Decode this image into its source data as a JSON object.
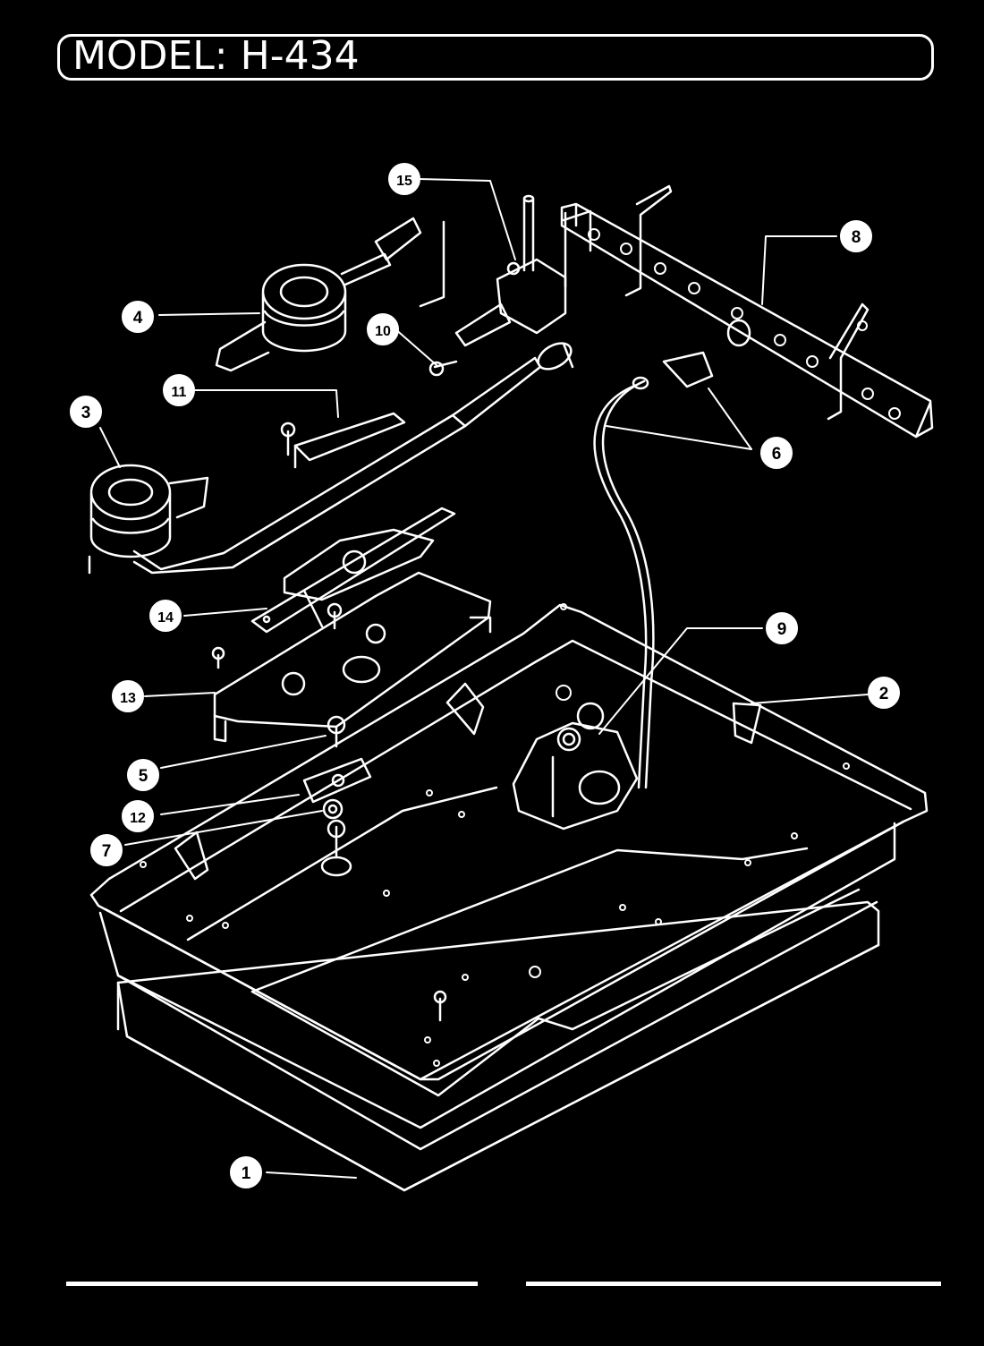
{
  "title": {
    "prefix": "MODEL:",
    "model": "H-434"
  },
  "colors": {
    "background": "#000000",
    "line": "#ffffff"
  },
  "callouts": [
    "1",
    "2",
    "3",
    "4",
    "5",
    "6",
    "7",
    "8",
    "9",
    "10",
    "11",
    "12",
    "13",
    "14",
    "15"
  ]
}
